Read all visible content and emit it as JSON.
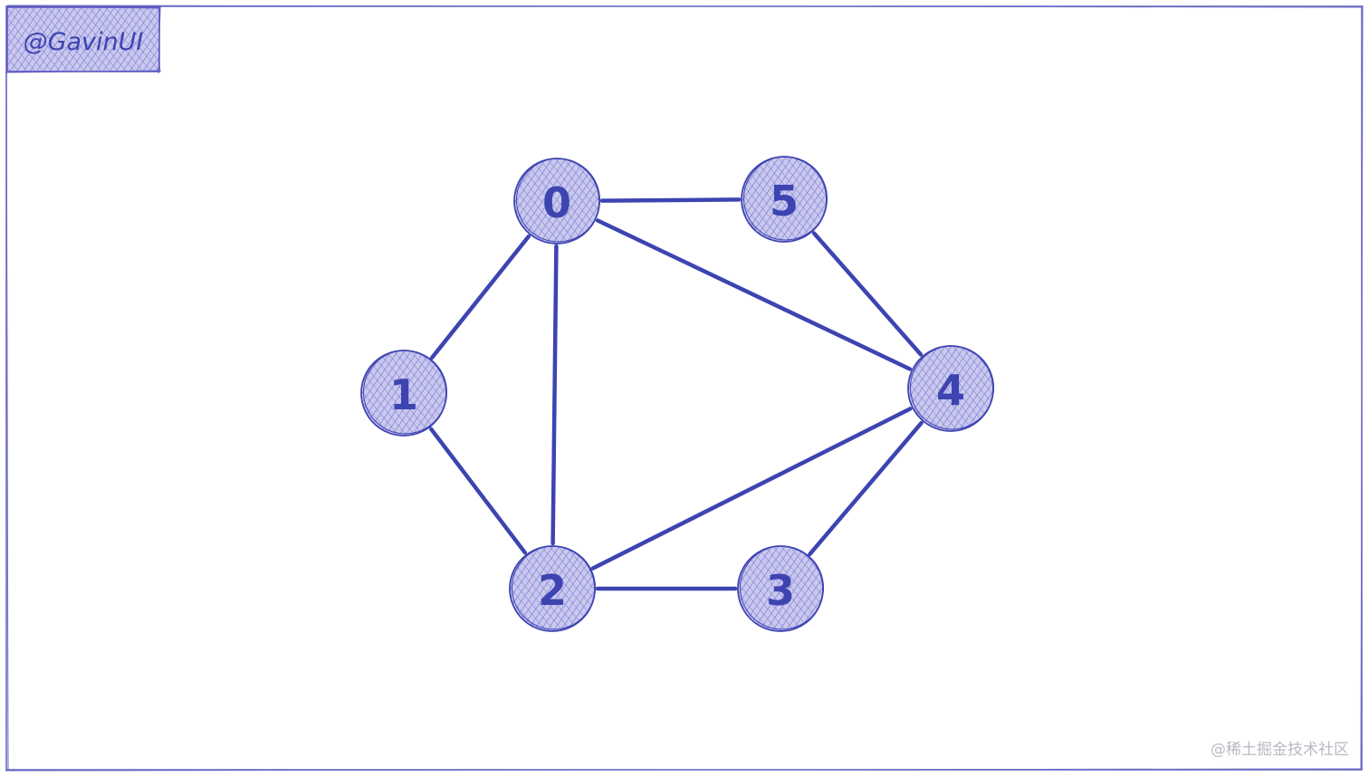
{
  "author_tag": "@GavinUI",
  "watermark": "@稀土掘金技术社区",
  "colors": {
    "stroke": "#3d44b1",
    "node_fill": "#c9c9ee",
    "hatch": "#6f68cc",
    "frame": "#6a6ac4",
    "watermark": "#b9b9c4"
  },
  "graph": {
    "nodes": [
      {
        "id": "0",
        "label": "0"
      },
      {
        "id": "1",
        "label": "1"
      },
      {
        "id": "2",
        "label": "2"
      },
      {
        "id": "3",
        "label": "3"
      },
      {
        "id": "4",
        "label": "4"
      },
      {
        "id": "5",
        "label": "5"
      }
    ],
    "edges": [
      {
        "from": "0",
        "to": "5"
      },
      {
        "from": "0",
        "to": "1"
      },
      {
        "from": "0",
        "to": "2"
      },
      {
        "from": "0",
        "to": "4"
      },
      {
        "from": "5",
        "to": "4"
      },
      {
        "from": "1",
        "to": "2"
      },
      {
        "from": "2",
        "to": "4"
      },
      {
        "from": "2",
        "to": "3"
      },
      {
        "from": "3",
        "to": "4"
      }
    ]
  }
}
